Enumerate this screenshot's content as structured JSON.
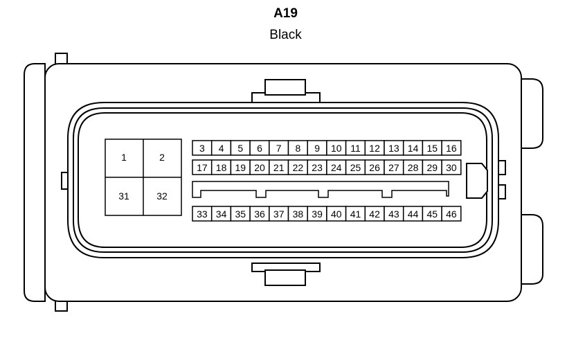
{
  "connector": {
    "id": "A19",
    "color": "Black"
  },
  "terminals": {
    "large": [
      "1",
      "2",
      "31",
      "32"
    ],
    "upper_row": [
      "3",
      "4",
      "5",
      "6",
      "7",
      "8",
      "9",
      "10",
      "11",
      "12",
      "13",
      "14",
      "15",
      "16"
    ],
    "middle_row": [
      "17",
      "18",
      "19",
      "20",
      "21",
      "22",
      "23",
      "24",
      "25",
      "26",
      "27",
      "28",
      "29",
      "30"
    ],
    "lower_row": [
      "33",
      "34",
      "35",
      "36",
      "37",
      "38",
      "39",
      "40",
      "41",
      "42",
      "43",
      "44",
      "45",
      "46"
    ]
  }
}
